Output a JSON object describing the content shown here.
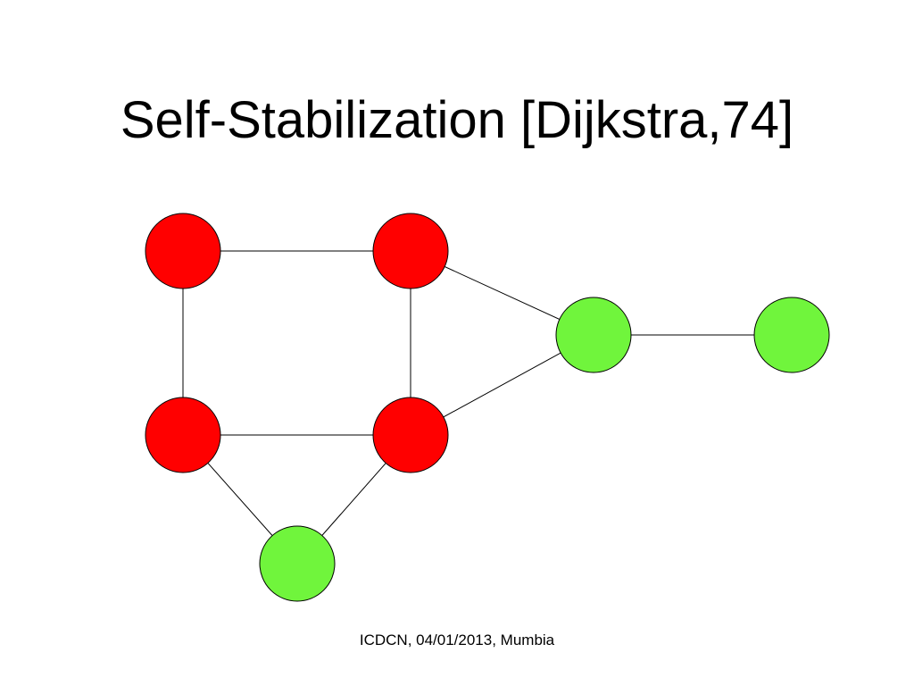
{
  "slide": {
    "title": "Self-Stabilization [Dijkstra,74]",
    "footer": "ICDCN, 04/01/2013, Mumbia"
  },
  "colors": {
    "red_node": "#ff0000",
    "green_node": "#70f53c",
    "edge": "#000000",
    "node_border": "#000000"
  },
  "graph": {
    "nodes": [
      {
        "id": "n1",
        "state": "red"
      },
      {
        "id": "n2",
        "state": "red"
      },
      {
        "id": "n3",
        "state": "green"
      },
      {
        "id": "n4",
        "state": "green"
      },
      {
        "id": "n5",
        "state": "red"
      },
      {
        "id": "n6",
        "state": "red"
      },
      {
        "id": "n7",
        "state": "green"
      }
    ],
    "edges": [
      [
        "n1",
        "n2"
      ],
      [
        "n1",
        "n5"
      ],
      [
        "n2",
        "n6"
      ],
      [
        "n2",
        "n3"
      ],
      [
        "n3",
        "n4"
      ],
      [
        "n5",
        "n6"
      ],
      [
        "n6",
        "n3"
      ],
      [
        "n5",
        "n7"
      ],
      [
        "n6",
        "n7"
      ]
    ]
  }
}
